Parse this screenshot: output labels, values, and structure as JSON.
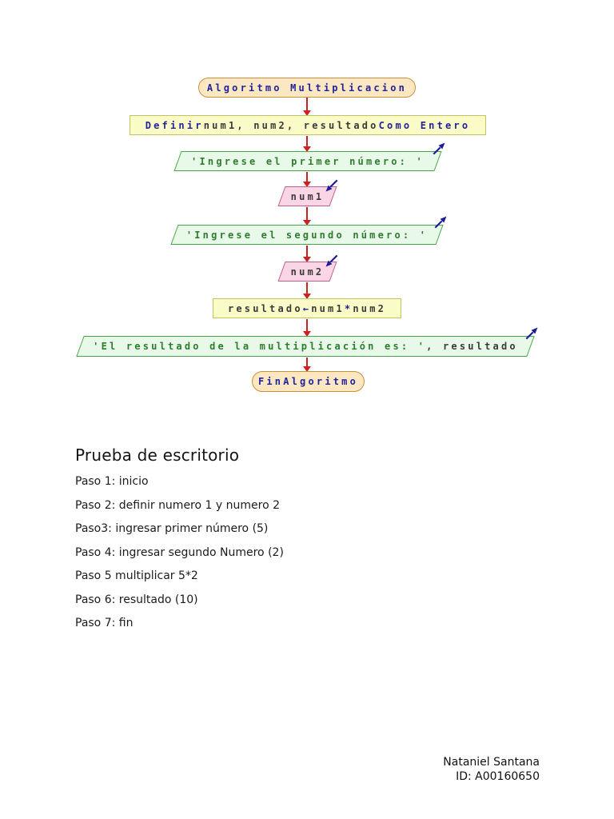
{
  "palette": {
    "terminator_fill": "#fbe7c1",
    "terminator_border": "#cd8f3a",
    "process_fill": "#fbfbc8",
    "process_border": "#c2c25e",
    "output_fill": "#e9f9e9",
    "output_border": "#46a546",
    "input_fill": "#f9d5e5",
    "input_border": "#ba6089",
    "flow_arrow": "#cf1f1f",
    "io_icon_arrow": "#1b1b99",
    "keyword_text": "#22229b",
    "identifier_text": "#3a3a3a",
    "string_text": "#2d7d2d"
  },
  "flowchart": {
    "nodes": [
      {
        "type": "terminator-start",
        "segments": [
          {
            "role": "keyword",
            "text": "Algoritmo Multiplicacion"
          }
        ]
      },
      {
        "type": "process-declare",
        "segments": [
          {
            "role": "keyword",
            "text": "Definir "
          },
          {
            "role": "identifier",
            "text": "num1, num2, resultado"
          },
          {
            "role": "keyword",
            "text": " Como Entero"
          }
        ]
      },
      {
        "type": "output",
        "segments": [
          {
            "role": "string",
            "text": "'Ingrese el primer número: '"
          }
        ]
      },
      {
        "type": "input",
        "segments": [
          {
            "role": "identifier",
            "text": "num1"
          }
        ]
      },
      {
        "type": "output",
        "segments": [
          {
            "role": "string",
            "text": "'Ingrese el segundo número: '"
          }
        ]
      },
      {
        "type": "input",
        "segments": [
          {
            "role": "identifier",
            "text": "num2"
          }
        ]
      },
      {
        "type": "process-assign",
        "segments": [
          {
            "role": "identifier",
            "text": "resultado "
          },
          {
            "role": "operator",
            "text": "← "
          },
          {
            "role": "identifier",
            "text": "num1"
          },
          {
            "role": "operator",
            "text": "*"
          },
          {
            "role": "identifier",
            "text": "num2"
          }
        ]
      },
      {
        "type": "output",
        "segments": [
          {
            "role": "string",
            "text": "'El resultado de la multiplicación es: '"
          },
          {
            "role": "identifier",
            "text": ", resultado"
          }
        ]
      },
      {
        "type": "terminator-end",
        "segments": [
          {
            "role": "keyword",
            "text": "FinAlgoritmo"
          }
        ]
      }
    ]
  },
  "notes": {
    "heading": "Prueba de escritorio",
    "steps": [
      "Paso 1: inicio",
      "Paso 2: definir numero 1 y numero 2",
      "Paso3: ingresar primer número (5)",
      "Paso 4: ingresar segundo Numero (2)",
      "Paso 5 multiplicar 5*2",
      "Paso 6: resultado (10)",
      "Paso 7: fin"
    ]
  },
  "footer": {
    "author": "Nataniel Santana",
    "id_line": "ID: A00160650"
  }
}
